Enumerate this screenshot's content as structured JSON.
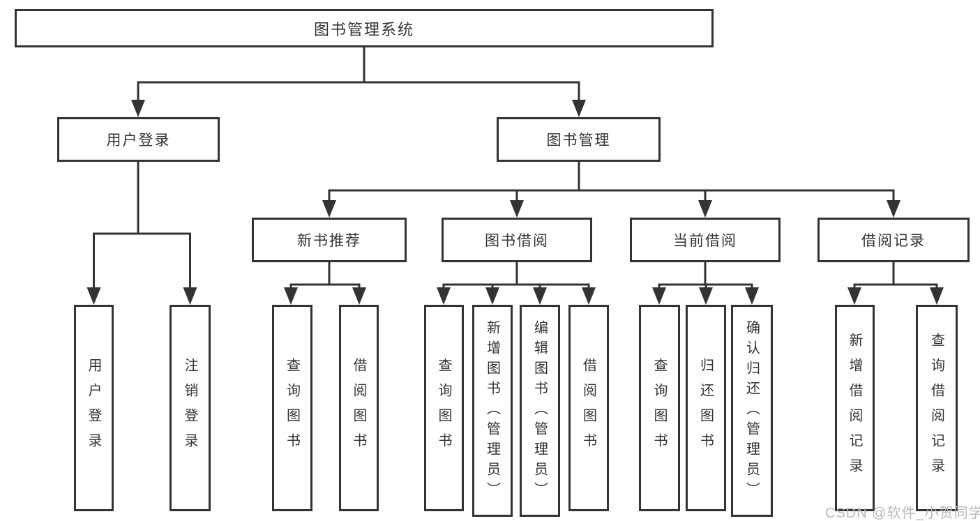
{
  "diagram": {
    "type": "hierarchy-tree",
    "colors": {
      "line": "#333333",
      "box_border": "#333333",
      "text": "#333333",
      "background": "#ffffff",
      "watermark": "#b9b9b9"
    },
    "tree": {
      "root": {
        "label": "图书管理系统",
        "children": [
          {
            "label": "用户登录",
            "children": [
              {
                "label": "用户登录"
              },
              {
                "label": "注销登录"
              }
            ]
          },
          {
            "label": "图书管理",
            "children": [
              {
                "label": "新书推荐",
                "children": [
                  {
                    "label": "查询图书"
                  },
                  {
                    "label": "借阅图书"
                  }
                ]
              },
              {
                "label": "图书借阅",
                "children": [
                  {
                    "label": "查询图书"
                  },
                  {
                    "label": "新增图书（管理员）"
                  },
                  {
                    "label": "编辑图书（管理员）"
                  },
                  {
                    "label": "借阅图书"
                  }
                ]
              },
              {
                "label": "当前借阅",
                "children": [
                  {
                    "label": "查询图书"
                  },
                  {
                    "label": "归还图书"
                  },
                  {
                    "label": "确认归还（管理员）"
                  }
                ]
              },
              {
                "label": "借阅记录",
                "children": [
                  {
                    "label": "新增借阅记录"
                  },
                  {
                    "label": "查询借阅记录"
                  }
                ]
              }
            ]
          }
        ]
      }
    }
  },
  "watermark": {
    "text": "CSDN @软件_小贺同学"
  }
}
